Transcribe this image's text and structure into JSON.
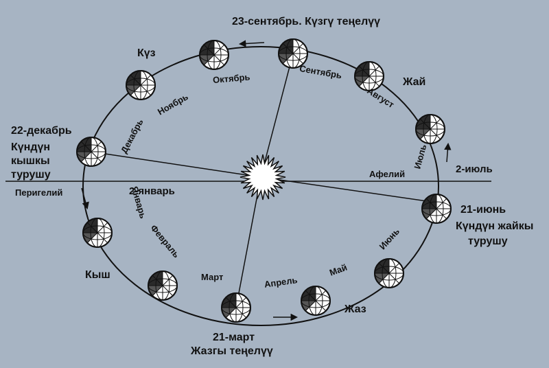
{
  "background_color": "#a7b4c3",
  "line_color": "#111111",
  "sun_color": "#ffffff",
  "earth_icon": "earth-globe-icon",
  "events": {
    "autumn_equinox": "23-сентябрь. Күзгү теңелүү",
    "winter_solstice": [
      "22-декабрь",
      "Күндүн",
      "кышкы",
      "турушу"
    ],
    "summer_solstice": [
      "21-июнь",
      "Күндүн жайкы",
      "турушу"
    ],
    "spring_equinox": [
      "21-март",
      "Жазгы теңелүү"
    ],
    "perihelion_date": "2-январь",
    "aphelion_date": "2-июль"
  },
  "points": {
    "perihelion": "Перигелий",
    "aphelion": "Афелий"
  },
  "seasons": {
    "autumn": "Күз",
    "summer": "Жай",
    "winter": "Кыш",
    "spring": "Жаз"
  },
  "months": {
    "october": "Октябрь",
    "september": "Сентябрь",
    "november": "Ноябрь",
    "august": "Август",
    "december": "Декабрь",
    "july": "Июль",
    "january": "Январь",
    "june": "Июнь",
    "february": "Февраль",
    "march": "Март",
    "april": "Апрель",
    "may": "Май"
  }
}
